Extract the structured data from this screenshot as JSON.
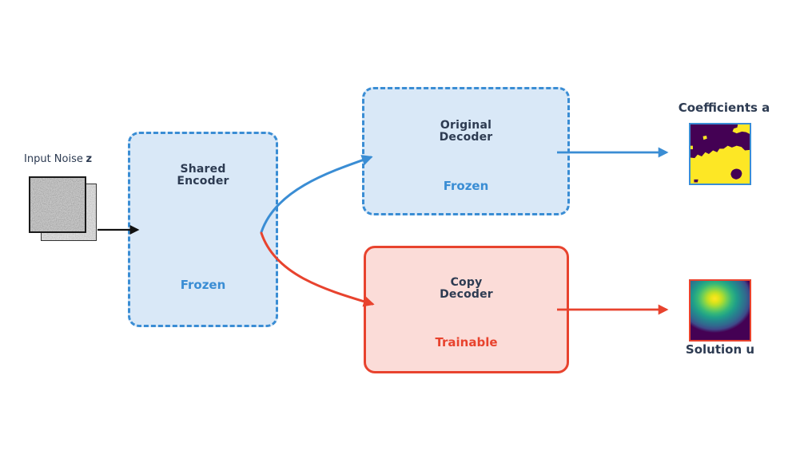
{
  "input": {
    "label": "Input Noise",
    "label_bold": "z"
  },
  "encoder": {
    "title_line1": "Shared",
    "title_line2": "Encoder",
    "status": "Frozen"
  },
  "original_decoder": {
    "title_line1": "Original",
    "title_line2": "Decoder",
    "status": "Frozen"
  },
  "copy_decoder": {
    "title_line1": "Copy",
    "title_line2": "Decoder",
    "status": "Trainable"
  },
  "outputs": {
    "coefficients_label": "Coefficients a",
    "solution_label": "Solution u"
  },
  "colors": {
    "frozen_blue": "#3a8dd4",
    "blue_box_fill": "#d9e8f7",
    "trainable_red": "#e8432e",
    "red_box_fill": "#fbdcd8",
    "heading_text": "#2d3b52",
    "input_arrow_black": "#111111",
    "viridis_low": "#440154",
    "viridis_high": "#fde725"
  }
}
